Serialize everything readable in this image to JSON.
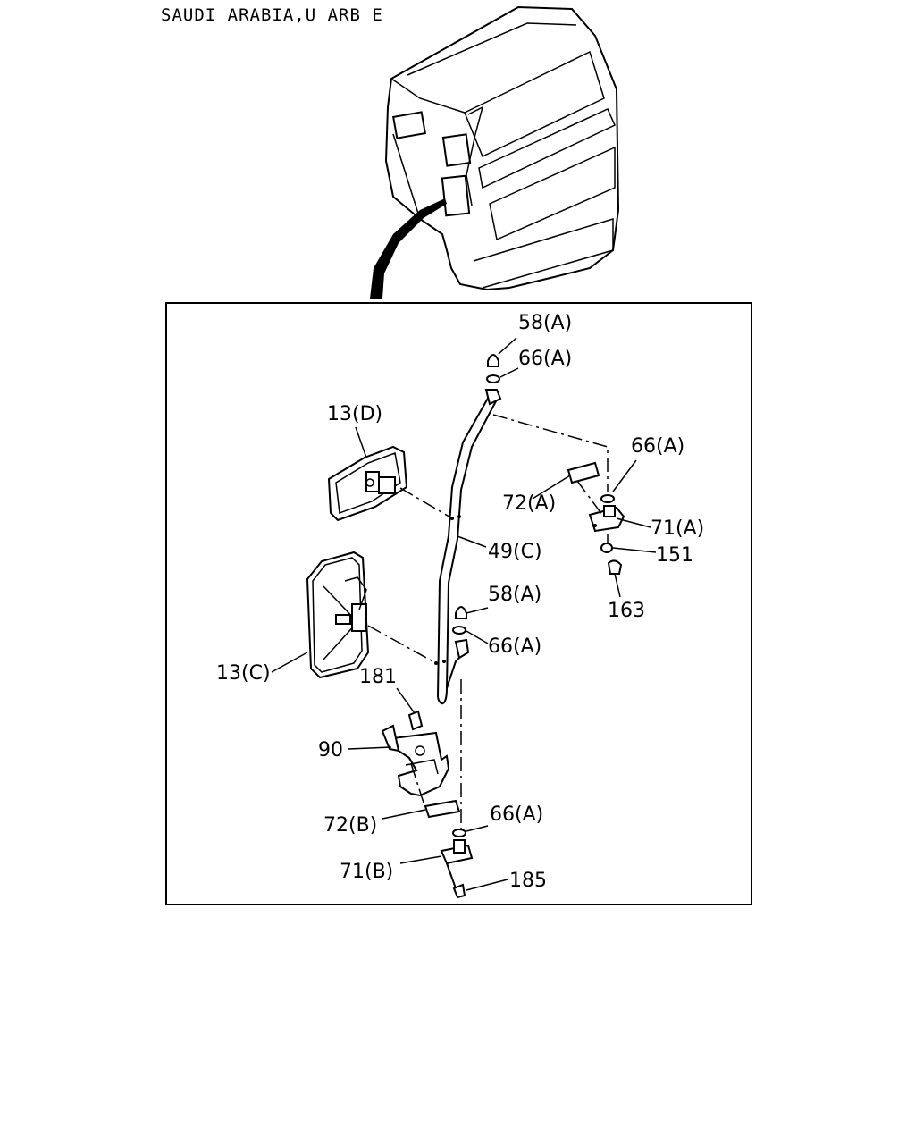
{
  "header": {
    "region_text": "SAUDI ARABIA,U ARB E"
  },
  "callouts": {
    "c1": "58(A)",
    "c2": "66(A)",
    "c3": "13(D)",
    "c4": "66(A)",
    "c5": "72(A)",
    "c6": "71(A)",
    "c7": "49(C)",
    "c8": "151",
    "c9": "58(A)",
    "c10": "163",
    "c11": "66(A)",
    "c12": "13(C)",
    "c13": "181",
    "c14": "90",
    "c15": "72(B)",
    "c16": "66(A)",
    "c17": "71(B)",
    "c18": "185"
  }
}
